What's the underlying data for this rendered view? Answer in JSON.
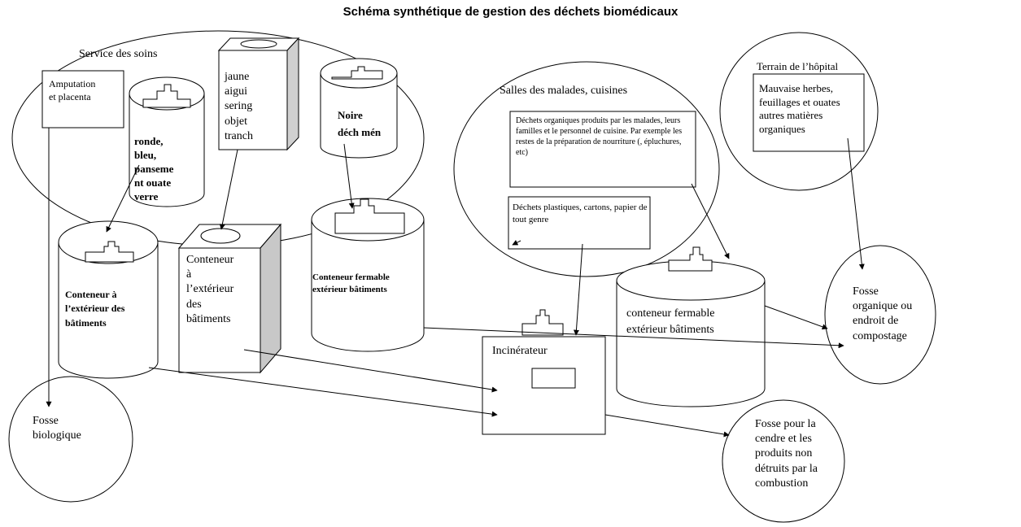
{
  "title": "Schéma synthétique de gestion des déchets biomédicaux",
  "labels": {
    "service_soins": "Service des soins",
    "amputation": "Amputation\net placenta",
    "ronde_bin": "ronde,\nbleu,\npanseme\nnt ouate\nverre",
    "jaune_box": "jaune\naigui\nsering\nobjet\ntranch",
    "noire_bin": "Noire\ndéch mén",
    "salles": "Salles des malades, cuisines",
    "dechets_organiques": "Déchets organiques produits par les malades, leurs familles et le personnel de cuisine. Par exemple les restes de la préparation de nourriture (, épluchures, etc)",
    "dechets_plastiques": "Déchets plastiques, cartons, papier de tout genre",
    "terrain": "Terrain  de l’hôpital",
    "mauvaise_herbes": "Mauvaise herbes, feuillages et ouates autres matières organiques",
    "conteneur_ext_bat": "Conteneur  à\nl’extérieur des\nbâtiments",
    "conteneur_box": "Conteneur\nà\nl’extérieur\ndes\nbâtiments",
    "conteneur_fermable_1": "Conteneur fermable\nextérieur bâtiments",
    "conteneur_fermable_2": "conteneur fermable\nextérieur bâtiments",
    "incinerateur": "Incinérateur",
    "fosse_organique": "Fosse\norganique ou\nendroit de\ncompostage",
    "fosse_biologique": "Fosse\nbiologique",
    "fosse_cendre": "Fosse pour la\ncendre et les\nproduits non\ndétruits par la\ncombustion"
  }
}
